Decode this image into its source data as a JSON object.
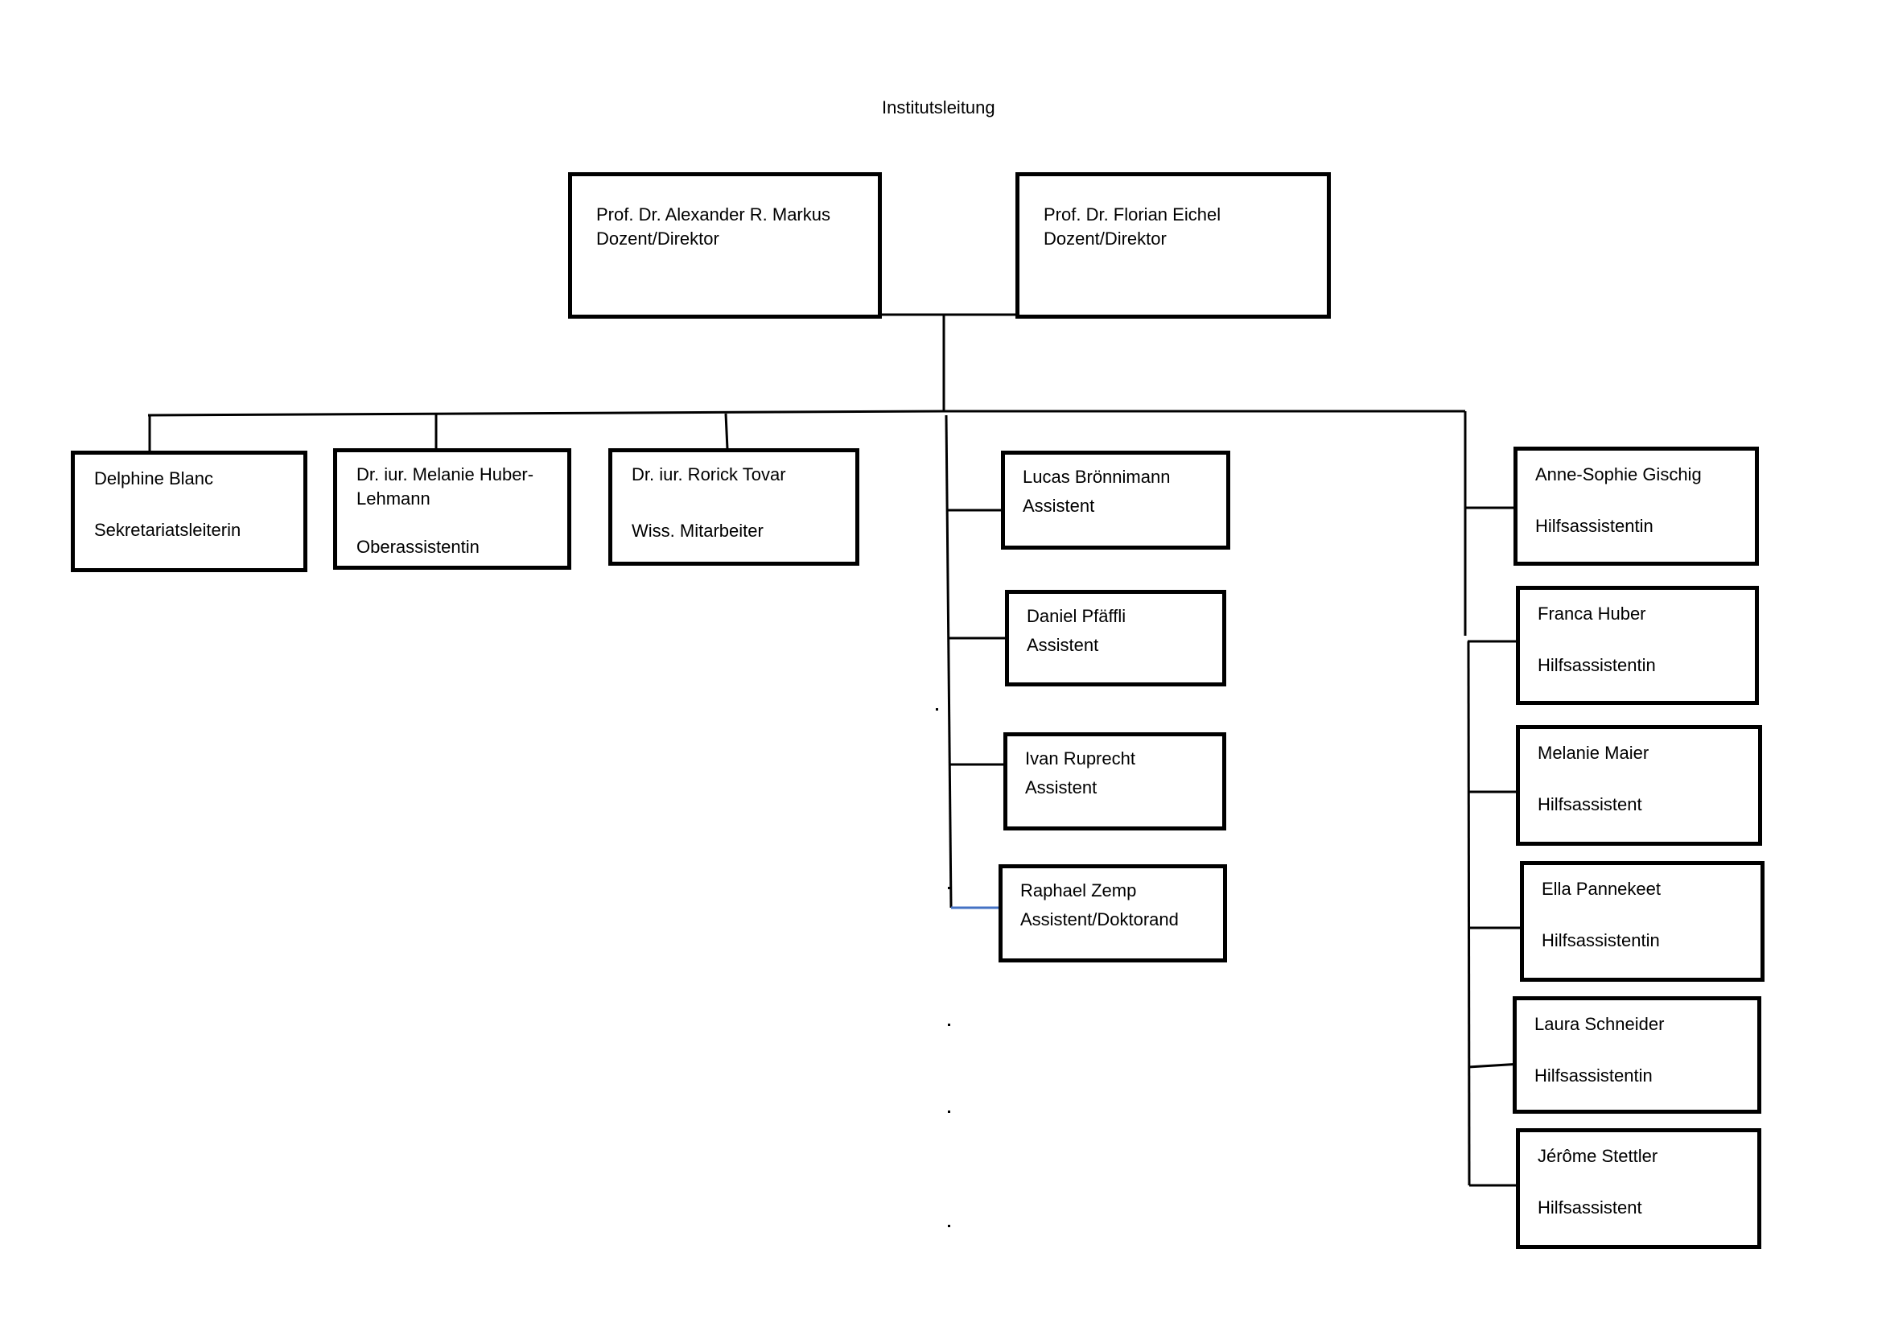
{
  "title": "Institutsleitung",
  "colors": {
    "line": "#000000",
    "highlight_line": "#4472c4",
    "background": "#ffffff"
  },
  "directors": [
    {
      "name": "Prof. Dr. Alexander R. Markus",
      "role": "Dozent/Direktor"
    },
    {
      "name": "Prof. Dr. Florian Eichel",
      "role": "Dozent/Direktor"
    }
  ],
  "staff": [
    {
      "name": "Delphine Blanc",
      "role": "Sekretariatsleiterin"
    },
    {
      "name": "Dr. iur. Melanie Huber-",
      "name2": "Lehmann",
      "role": "Oberassistentin"
    },
    {
      "name": "Dr. iur. Rorick Tovar",
      "role": "Wiss. Mitarbeiter"
    }
  ],
  "assistants": [
    {
      "name": "Lucas Brönnimann",
      "role": "Assistent"
    },
    {
      "name": "Daniel Pfäffli",
      "role": "Assistent"
    },
    {
      "name": "Ivan Ruprecht",
      "role": "Assistent"
    },
    {
      "name": "Raphael Zemp",
      "role": "Assistent/Doktorand"
    }
  ],
  "helpers": [
    {
      "name": "Anne-Sophie Gischig",
      "role": "Hilfsassistentin"
    },
    {
      "name": "Franca Huber",
      "role": "Hilfsassistentin"
    },
    {
      "name": "Melanie Maier",
      "role": "Hilfsassistent"
    },
    {
      "name": "Ella Pannekeet",
      "role": "Hilfsassistentin"
    },
    {
      "name": "Laura Schneider",
      "role": "Hilfsassistentin"
    },
    {
      "name": "Jérôme Stettler",
      "role": "Hilfsassistent"
    }
  ]
}
